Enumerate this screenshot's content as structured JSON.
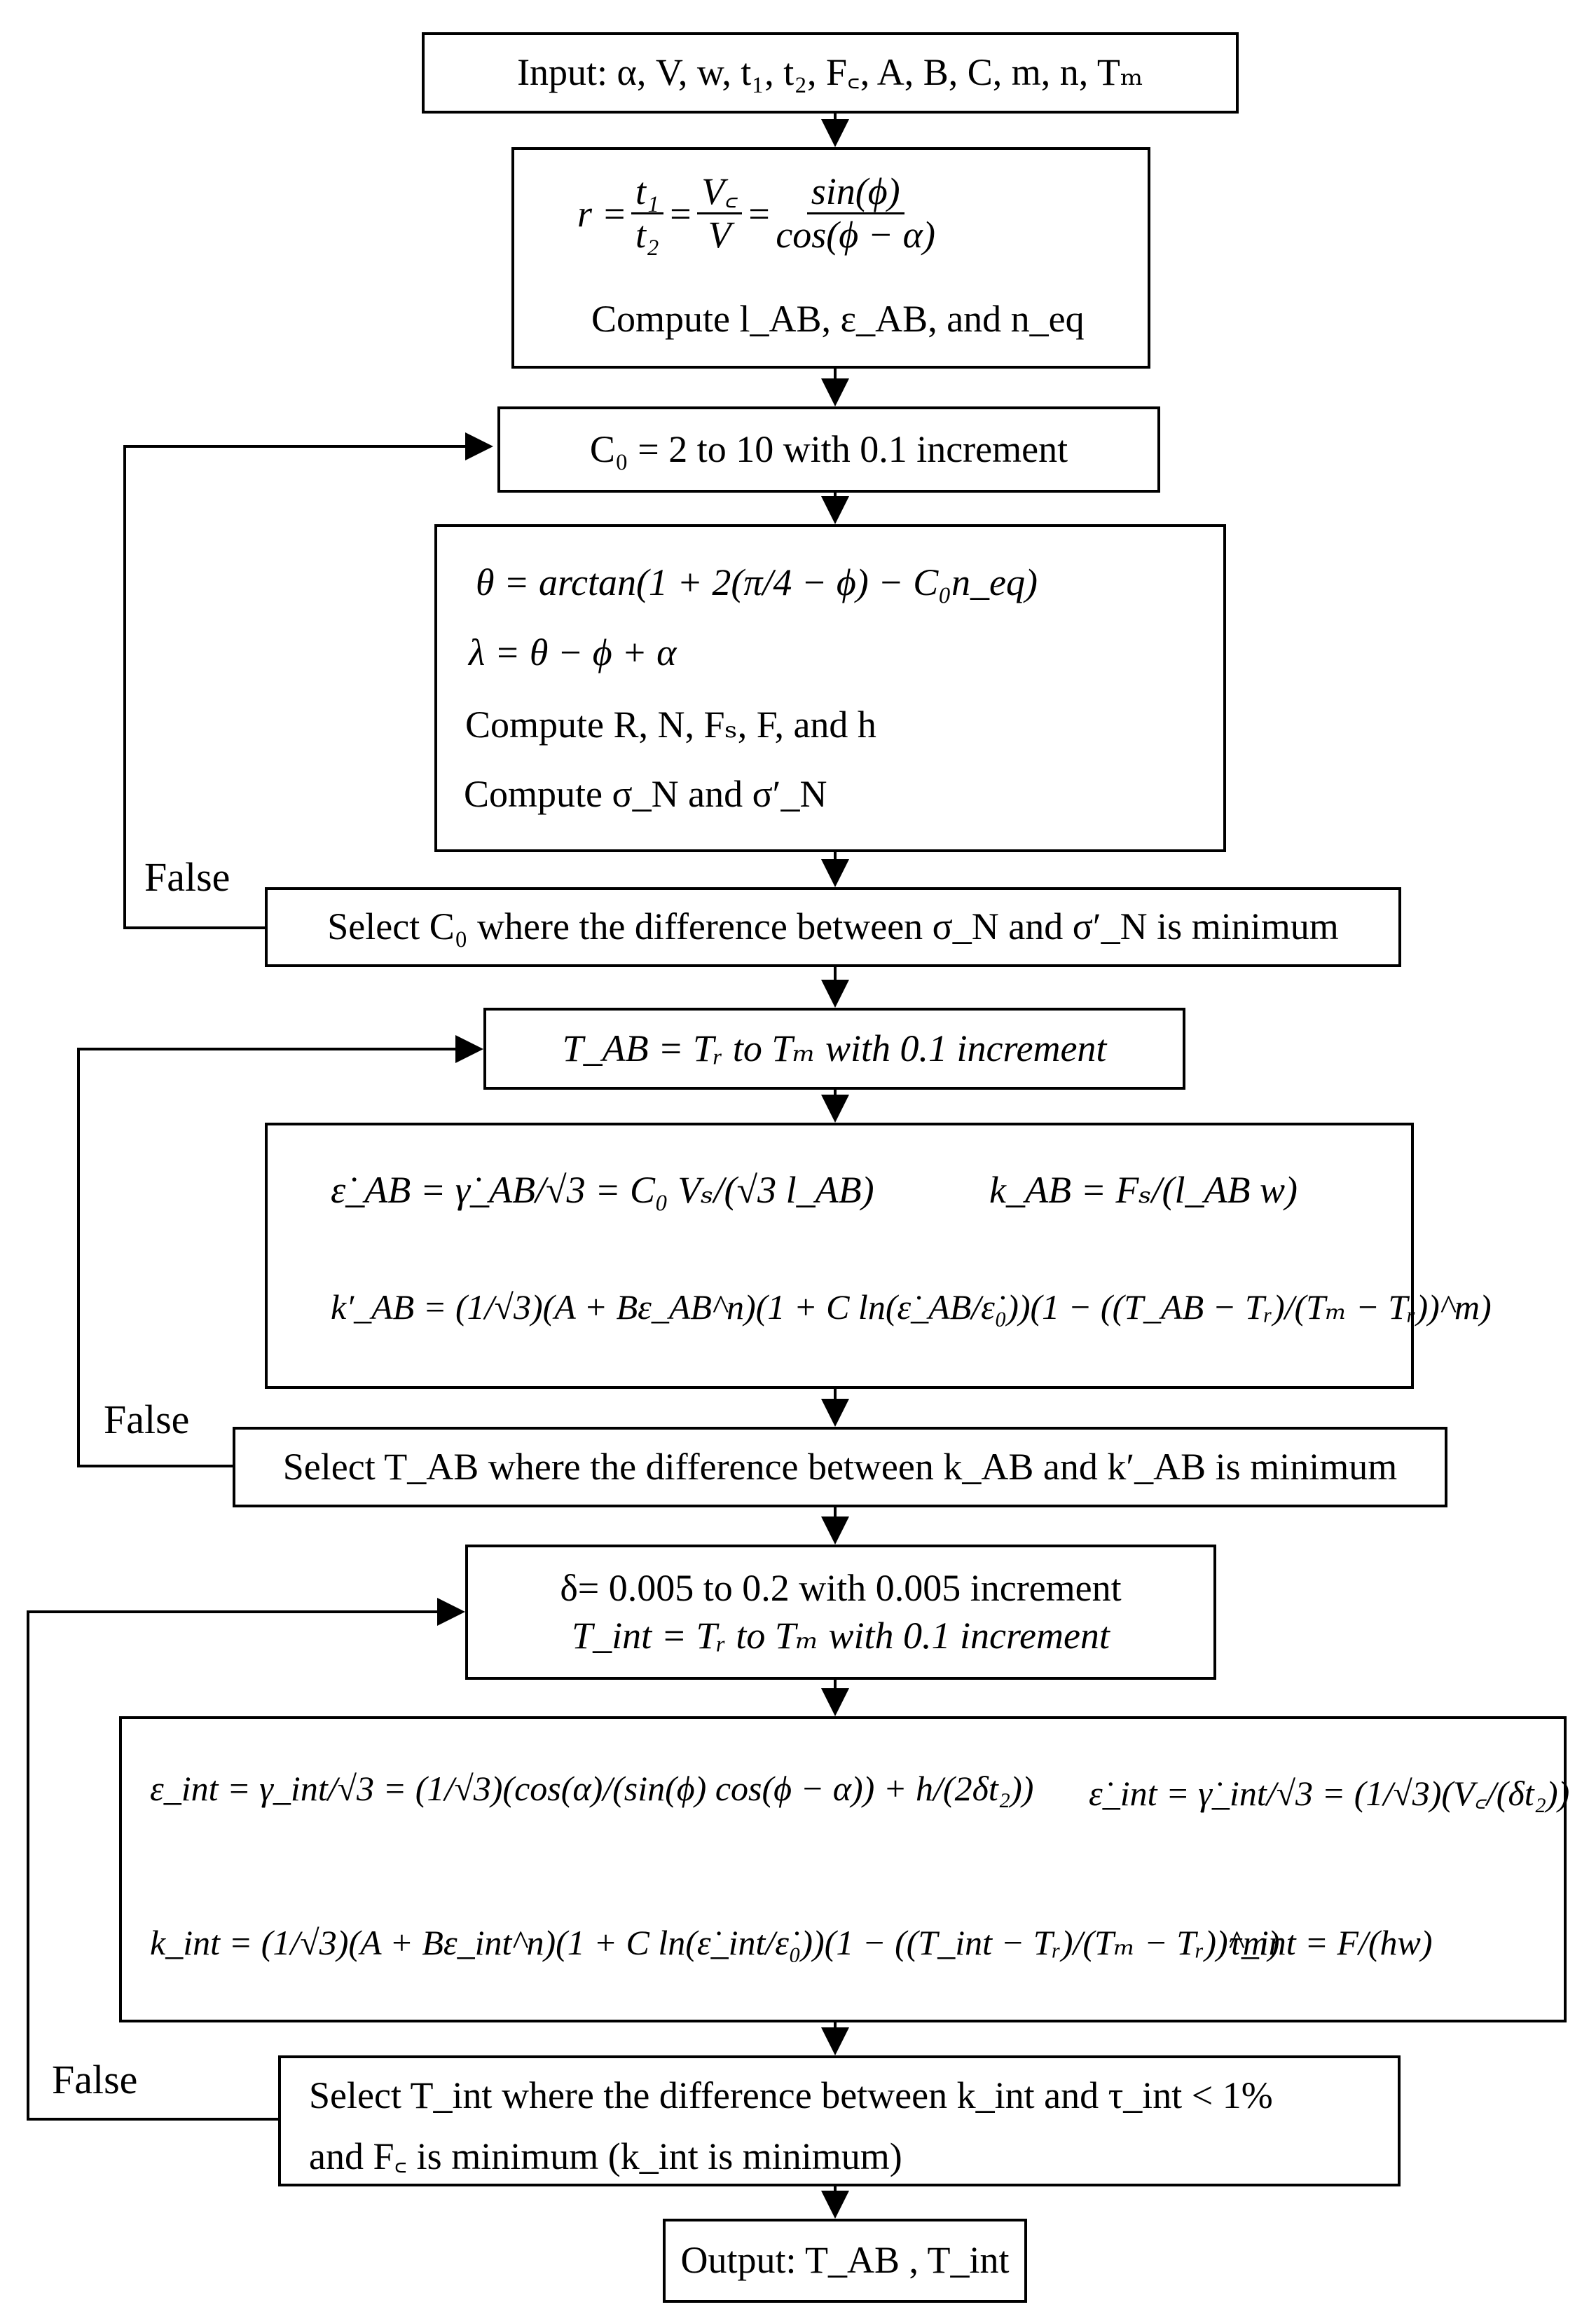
{
  "boxes": {
    "input": "Input: α, V, w, t₁, t₂, F꜀, A, B, C, m, n, Tₘ",
    "ratio_lhs": "r =",
    "ratio_f1_num": "t₁",
    "ratio_f1_den": "t₂",
    "ratio_f2_num": "V꜀",
    "ratio_f2_den": "V",
    "ratio_f3_num": "sin(ϕ)",
    "ratio_f3_den": "cos(ϕ − α)",
    "compute_lab": "Compute l_AB, ε_AB, and n_eq",
    "c0_loop": "C₀ = 2 to 10 with 0.1 increment",
    "theta": "θ = arctan(1 + 2(π/4 − ϕ) − C₀n_eq)",
    "lambda": "λ = θ − ϕ + α",
    "compute_rnf": "Compute R, N, Fₛ, F, and h",
    "compute_sigma": "Compute σ_N and σ′_N",
    "select_c0": "Select C₀ where the difference between σ_N and σ′_N is minimum",
    "tab_loop": "T_AB = Tᵣ to Tₘ with 0.1 increment",
    "eps_ab": "ε̇_AB = γ̇_AB/√3 = C₀ Vₛ/(√3 l_AB)",
    "k_ab": "k_AB = Fₛ/(l_AB w)",
    "k_ab_prime": "k′_AB = (1/√3)(A + Bε_AB^n)(1 + C ln(ε̇_AB/ε̇₀))(1 − ((T_AB − Tᵣ)/(Tₘ − Tᵣ))^m)",
    "select_tab": "Select T_AB where the difference between k_AB and k′_AB is minimum",
    "delta_loop": "δ= 0.005 to 0.2 with 0.005 increment",
    "tint_loop": "T_int = Tᵣ to Tₘ with 0.1 increment",
    "eps_int": "ε_int = γ_int/√3 = (1/√3)(cos(α)/(sin(ϕ) cos(ϕ − α)) + h/(2δt₂))",
    "eps_int_dot": "ε̇_int = γ̇_int/√3 = (1/√3)(V꜀/(δt₂))",
    "k_int": "k_int = (1/√3)(A + Bε_int^n)(1 + C ln(ε̇_int/ε̇₀))(1 − ((T_int − Tᵣ)/(Tₘ − Tᵣ))^m)",
    "tau_int": "τ_int = F/(hw)",
    "select_tint_1": "Select T_int where the difference between k_int and τ_int < 1%",
    "select_tint_2": "and F꜀ is minimum (k_int is minimum)",
    "output": "Output: T_AB , T_int"
  },
  "labels": {
    "false_1": "False",
    "false_2": "False",
    "false_3": "False"
  }
}
